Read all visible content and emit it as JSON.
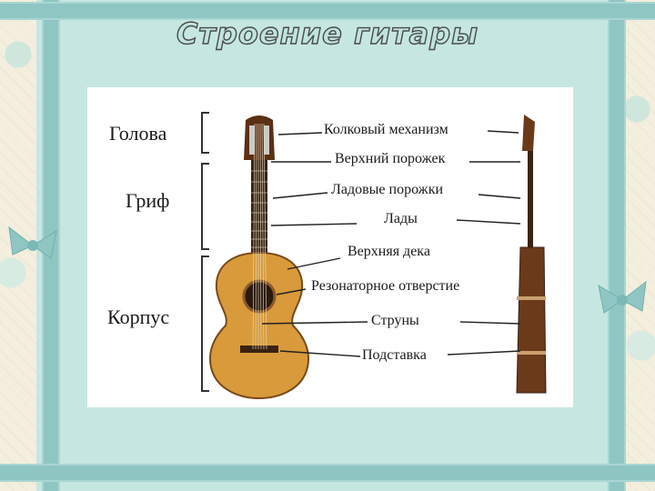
{
  "slide": {
    "title": "Строение гитары"
  },
  "diagram": {
    "sections": [
      {
        "label": "Голова"
      },
      {
        "label": "Гриф"
      },
      {
        "label": "Корпус"
      }
    ],
    "parts": [
      {
        "label": "Колковый механизм"
      },
      {
        "label": "Верхний порожек"
      },
      {
        "label": "Ладовые порожки"
      },
      {
        "label": "Лады"
      },
      {
        "label": "Верхняя дека"
      },
      {
        "label": "Резонаторное отверстие"
      },
      {
        "label": "Струны"
      },
      {
        "label": "Подставка"
      }
    ]
  },
  "colors": {
    "panel": "#bfe4dd",
    "ribbon": "#8fc6c3",
    "guitar_top": "#d89a3a",
    "guitar_side": "#6b3a1a"
  }
}
